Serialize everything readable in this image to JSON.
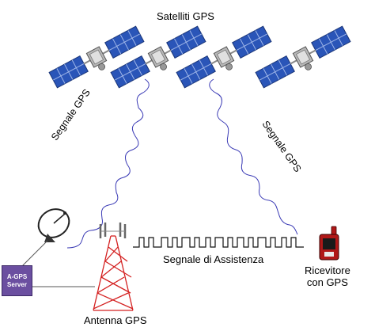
{
  "labels": {
    "satellites": "Satelliti GPS",
    "signal_left": "Segnale GPS",
    "signal_right": "Segnale GPS",
    "assistance": "Segnale di Assistenza",
    "receiver_line1": "Ricevitore",
    "receiver_line2": "con GPS",
    "antenna": "Antenna GPS",
    "server_line1": "A-GPS",
    "server_line2": "Server"
  },
  "colors": {
    "solar_panel": "#2a55b8",
    "signal_wave": "#3a3ab5",
    "tower": "#d42020",
    "server": "#6b4fa0",
    "receiver": "#b01818"
  },
  "icons": [
    "satellite-icon",
    "satellite-dish-icon",
    "cell-tower-icon",
    "gps-receiver-icon",
    "server-icon"
  ]
}
